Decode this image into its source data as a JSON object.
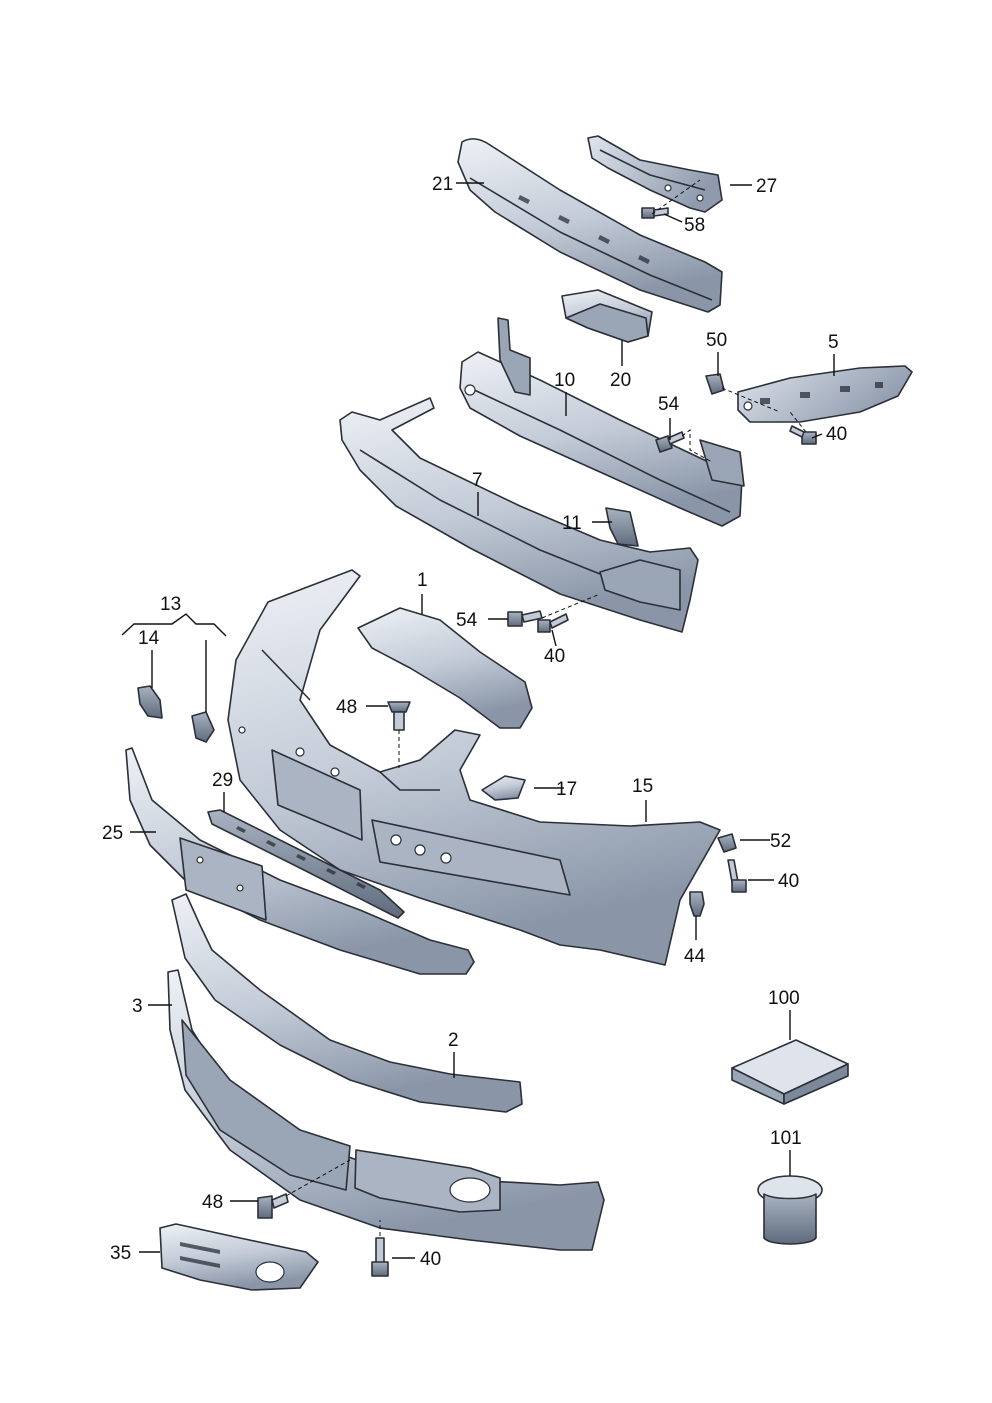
{
  "colors": {
    "part_light": "#e7ebf1",
    "part_mid": "#b9c2cf",
    "part_dark": "#7d899b",
    "outline": "#2b2f38",
    "leader": "#111111",
    "background": "#ffffff"
  },
  "callouts": {
    "c1": "1",
    "c2": "2",
    "c3": "3",
    "c5": "5",
    "c7": "7",
    "c10": "10",
    "c11": "11",
    "c13": "13",
    "c14": "14",
    "c15": "15",
    "c17": "17",
    "c20": "20",
    "c21": "21",
    "c25": "25",
    "c27": "27",
    "c29": "29",
    "c35": "35",
    "c40_a": "40",
    "c40_b": "40",
    "c40_c": "40",
    "c40_d": "40",
    "c44": "44",
    "c48_a": "48",
    "c48_b": "48",
    "c50": "50",
    "c52": "52",
    "c54_a": "54",
    "c54_b": "54",
    "c58": "58",
    "c100": "100",
    "c101": "101"
  }
}
